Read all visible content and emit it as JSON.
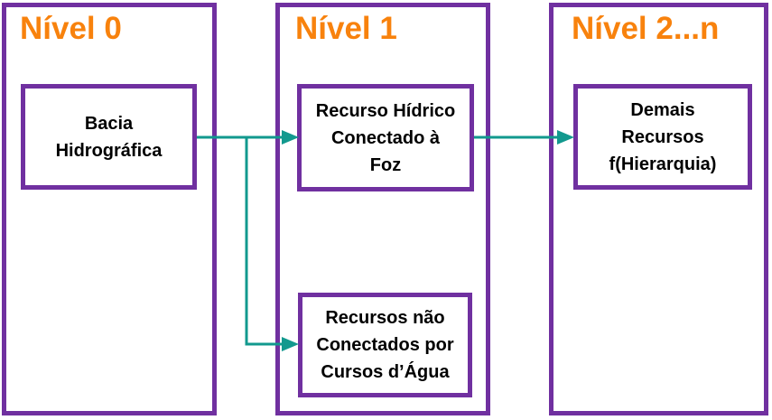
{
  "colors": {
    "purple": "#7030A0",
    "teal": "#12998E",
    "orange": "#F8820D",
    "text": "#000000",
    "background": "#FFFFFF"
  },
  "columns": [
    {
      "id": "nivel-0",
      "title": "Nível 0",
      "boxes": [
        {
          "id": "bacia-hidrografica",
          "label": "Bacia\nHidrográfica"
        }
      ]
    },
    {
      "id": "nivel-1",
      "title": "Nível 1",
      "boxes": [
        {
          "id": "recurso-hidrico-conectado-a-foz",
          "label": "Recurso Hídrico\nConectado à\nFoz"
        },
        {
          "id": "recursos-nao-conectados",
          "label": "Recursos não\nConectados por\nCursos d’Água"
        }
      ]
    },
    {
      "id": "nivel-2-n",
      "title": "Nível 2...n",
      "boxes": [
        {
          "id": "demais-recursos",
          "label": "Demais\nRecursos\nf(Hierarquia)"
        }
      ]
    }
  ],
  "connectors": [
    {
      "from": "bacia-hidrografica",
      "to": "recurso-hidrico-conectado-a-foz"
    },
    {
      "from": "bacia-hidrografica",
      "to": "recursos-nao-conectados"
    },
    {
      "from": "recurso-hidrico-conectado-a-foz",
      "to": "demais-recursos"
    }
  ]
}
